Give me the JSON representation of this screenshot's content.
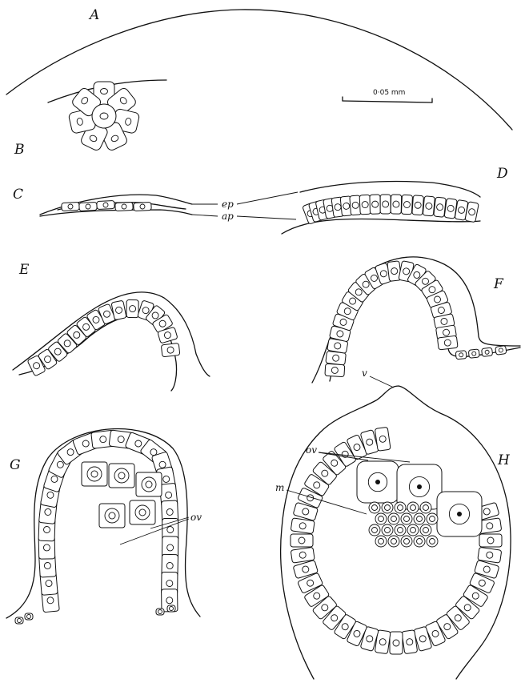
{
  "panels": {
    "a": "A",
    "b": "B",
    "c": "C",
    "d": "D",
    "e": "E",
    "f": "F",
    "g": "G",
    "h": "H"
  },
  "scale_bar": {
    "label": "0·05 mm"
  },
  "labels": {
    "ep": "ep",
    "ap": "ap",
    "ov": "ov",
    "m": "m",
    "v": "v"
  }
}
